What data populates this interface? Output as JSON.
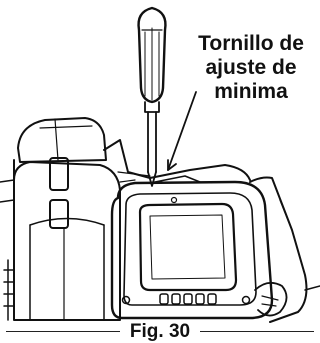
{
  "callout": {
    "line1": "Tornillo de",
    "line2": "ajuste de",
    "line3": "minima"
  },
  "caption": {
    "label": "Fig. 30"
  }
}
